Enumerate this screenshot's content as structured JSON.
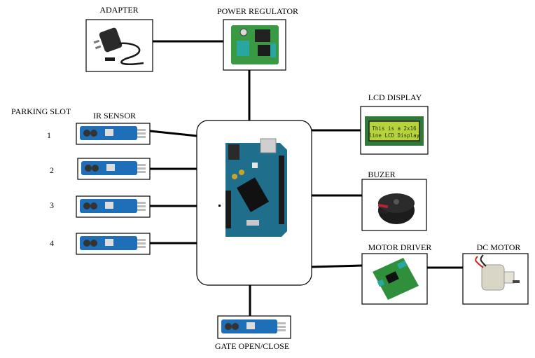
{
  "labels": {
    "adapter": "ADAPTER",
    "power_regulator": "POWER REGULATOR",
    "parking_slot": "PARKING SLOT",
    "ir_sensor": "IR SENSOR",
    "lcd_display": "LCD DISPLAY",
    "buzzer": "BUZER",
    "motor_driver": "MOTOR DRIVER",
    "dc_motor": "DC MOTOR",
    "gate": "GATE OPEN/CLOSE"
  },
  "slots": [
    "1",
    "2",
    "3",
    "4"
  ],
  "lcd": {
    "line1": "This is a 2x16",
    "line2": "line LCD Display"
  },
  "colors": {
    "board_blue": "#1f6e8c",
    "sensor_blue": "#1e6fb8",
    "pcb_green": "#2f8f3a",
    "lcd_green": "#b7d23a",
    "wire": "#000000"
  }
}
